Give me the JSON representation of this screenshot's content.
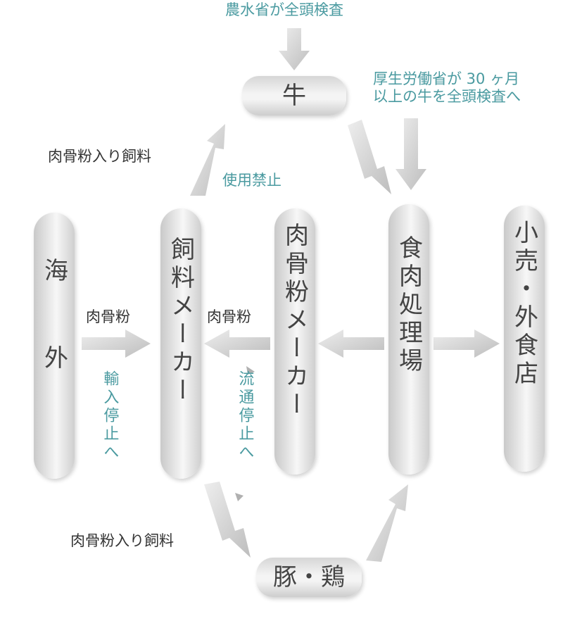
{
  "nodes": {
    "cow": "牛",
    "overseas": "海外",
    "feed_maker": "飼料メーカー",
    "meat_bone_meal_maker": "肉骨粉メーカー",
    "meat_processing_plant": "食肉処理場",
    "retail_dining": "小売・外食店",
    "pig_chicken": "豚・鶏"
  },
  "labels": {
    "maff_inspection": "農水省が全頭検査",
    "mhlw_inspection_line1": "厚生労働省が 30 ヶ月",
    "mhlw_inspection_line2": "以上の牛を全頭検査へ",
    "feed_with_meal_top": "肉骨粉入り飼料",
    "use_banned": "使用禁止",
    "meal_import": "肉骨粉",
    "import_stop": "輸入停止へ",
    "meal_flow": "肉骨粉",
    "distribution_stop": "流通停止へ",
    "feed_with_meal_bottom": "肉骨粉入り飼料"
  },
  "colors": {
    "accent_teal": "#4a9aa0",
    "arrow_gray": "#c8c8c8",
    "text_dark": "#333333"
  }
}
